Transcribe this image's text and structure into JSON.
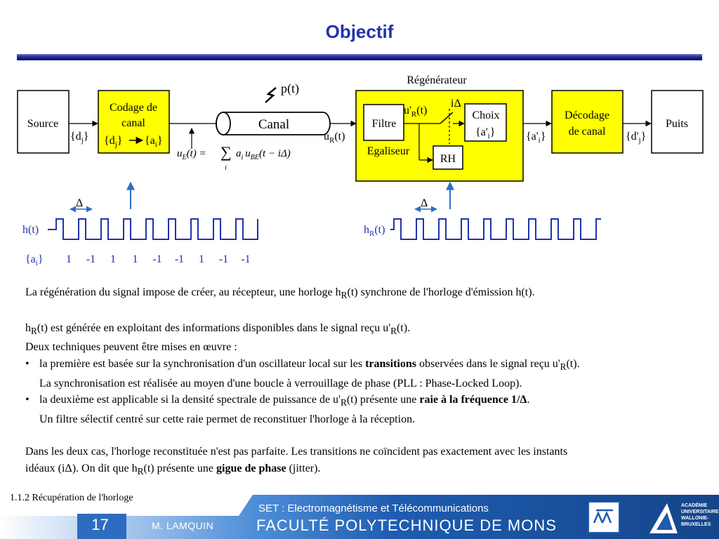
{
  "title": "Objectif",
  "diagram": {
    "source": "Source",
    "coding_line1": "Codage de",
    "coding_line2": "canal",
    "coding_dj": "{d",
    "coding_sub_j": "j",
    "coding_aj": "{a",
    "coding_sub_i": "i",
    "brace_close": "}",
    "dj_label": "{d",
    "dj_sub": "j",
    "canal": "Canal",
    "noise": "p(t)",
    "ue_formula_u": "u",
    "ue_formula_sub": "E",
    "ue_formula_rest": "(t) = ",
    "ue_sum": "∑",
    "ue_sum_sub": "i",
    "ue_ai": "a",
    "ue_ai_sub": "i",
    "ue_u": "u",
    "ue_u_sub": "BE",
    "ue_tail": "(t − iΔ)",
    "regenerator": "Régénérateur",
    "filtre": "Filtre",
    "egaliseur": "Egaliseur",
    "ur_u": "u",
    "ur_sub": "R",
    "ur_t": "(t)",
    "upr_u": "u'",
    "upr_sub": "R",
    "upr_t": "(t)",
    "i_delta": "iΔ",
    "choix": "Choix",
    "choix_a": "{a'",
    "choix_sub": "i",
    "rh": "RH",
    "ai_out": "{a'",
    "ai_out_sub": "i",
    "decodage_line1": "Décodage",
    "decodage_line2": "de canal",
    "dj_out": "{d'",
    "dj_out_sub": "j",
    "puits": "Puits",
    "delta": "Δ",
    "h_label": "h(t)",
    "hr_h": "h",
    "hr_sub": "R",
    "hr_t": "(t)",
    "ai_seq_label": "{a",
    "ai_seq_sub": "i",
    "ai_values": [
      "1",
      "-1",
      "1",
      "1",
      "-1",
      "-1",
      "1",
      "-1",
      "-1"
    ]
  },
  "text": {
    "p1_a": "La régénération du signal impose de créer, au récepteur, une horloge h",
    "p1_sub": "R",
    "p1_b": "(t) synchrone de l'horloge d'émission h(t).",
    "p2_a": "h",
    "p2_sub1": "R",
    "p2_b": "(t) est générée en exploitant des informations disponibles dans le signal reçu u'",
    "p2_sub2": "R",
    "p2_c": "(t).",
    "p3": "Deux techniques peuvent être mises en œuvre :",
    "bullet": "•",
    "b1_a": "la première est basée sur la synchronisation d'un oscillateur local sur les ",
    "b1_bold": "transitions",
    "b1_b": " observées dans le signal reçu u'",
    "b1_sub": "R",
    "b1_c": "(t).",
    "b1_line2": "La synchronisation est réalisée au moyen d'une boucle à verrouillage de phase (PLL : Phase-Locked Loop).",
    "b2_a": "la deuxième est applicable si la densité spectrale de puissance de u'",
    "b2_sub": "R",
    "b2_b": "(t) présente une ",
    "b2_bold": "raie à la fréquence 1/Δ",
    "b2_c": ".",
    "b2_line2": "Un filtre sélectif centré sur cette raie permet de reconstituer l'horloge à la réception.",
    "p4_line1": "Dans les deux cas, l'horloge reconstituée n'est pas parfaite. Les transitions ne coïncident pas exactement avec les instants",
    "p4_a": "idéaux (iΔ). On dit que h",
    "p4_sub": "R",
    "p4_b": "(t) présente une ",
    "p4_bold": "gigue de phase",
    "p4_c": " (jitter)."
  },
  "footer": {
    "section": "1.1.2  Récupération de l'horloge",
    "course": "SET : Electromagnétisme et Télécommunications",
    "page": "17",
    "author": "M. LAMQUIN",
    "faculty": "FACULTÉ POLYTECHNIQUE DE MONS",
    "academy_1": "ACADÉMIE",
    "academy_2": "UNIVERSITAIRE",
    "academy_3": "WALLONIE-",
    "academy_4": "BRUXELLES"
  },
  "colors": {
    "title": "#2233aa",
    "block_fill": "#ffff00",
    "arrow_blue": "#2f6fc4",
    "waveform": "#2233aa",
    "footer_blue": "#1e5cb0"
  }
}
